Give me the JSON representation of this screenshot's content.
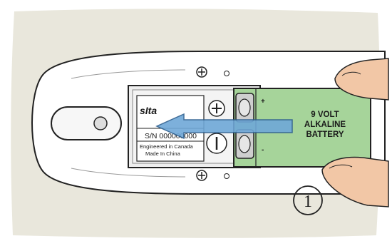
{
  "label": {
    "brand": "sIta",
    "serial": "S/N 000000000",
    "line1": "Engineered in Canada",
    "line2": "Made In China"
  },
  "battery": {
    "line1": "9 VOLT",
    "line2": "ALKALINE",
    "line3": "BATTERY",
    "plus": "+",
    "minus": "-"
  },
  "step": {
    "number": "1"
  },
  "colors": {
    "panel_bg": "#e9e7dc",
    "battery": "#a6d49a",
    "arrow": "#6fa8d8",
    "finger": "#f2c7a6"
  },
  "icons": {
    "plus_terminal": "circled-plus-icon",
    "minus_terminal": "circled-minus-icon",
    "screw": "screw-icon"
  }
}
